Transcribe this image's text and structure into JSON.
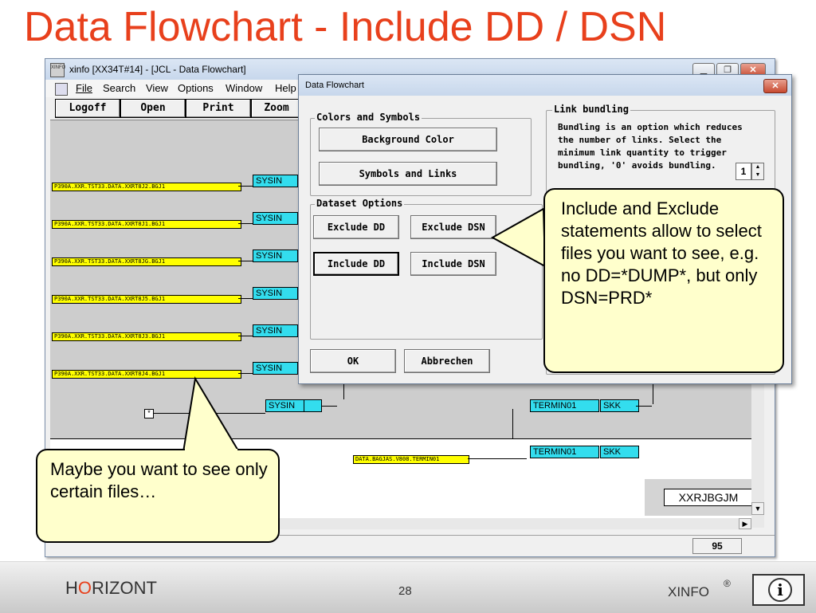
{
  "slide": {
    "title": "Data Flowchart - Include DD / DSN"
  },
  "main_window": {
    "title": "xinfo [XX34T#14] - [JCL - Data Flowchart]",
    "icon_label": "XINFO",
    "menu": [
      {
        "label": "File"
      },
      {
        "label": "Search"
      },
      {
        "label": "View"
      },
      {
        "label": "Options"
      },
      {
        "label": "Window"
      },
      {
        "label": "Help"
      }
    ],
    "toolbar": [
      {
        "label": "Logoff"
      },
      {
        "label": "Open"
      },
      {
        "label": "Print"
      },
      {
        "label": "Zoom"
      }
    ],
    "flow_nodes": [
      {
        "dataset": "P390A.XXR.TST33.DATA.XXRT8J2.BGJ1",
        "dd": "SYSIN"
      },
      {
        "dataset": "P390A.XXR.TST33.DATA.XXRT8J1.BGJ1",
        "dd": "SYSIN"
      },
      {
        "dataset": "P390A.XXR.TST33.DATA.XXRT8JG.BGJ1",
        "dd": "SYSIN"
      },
      {
        "dataset": "P390A.XXR.TST33.DATA.XXRT8J5.BGJ1",
        "dd": "SYSIN"
      },
      {
        "dataset": "P390A.XXR.TST33.DATA.XXRT8J3.BGJ1",
        "dd": "SYSIN"
      },
      {
        "dataset": "P390A.XXR.TST33.DATA.XXRT8J4.BGJ1",
        "dd": "SYSIN"
      }
    ],
    "bundle_marker": "*",
    "bundle_dd": "SYSIN",
    "termin1": {
      "dd": "TERMIN01",
      "job": "SKK"
    },
    "termin2": {
      "dd": "TERMIN01",
      "job": "SKK"
    },
    "lower_dataset": "DATA.BAGJAS.V808.TERMIN01",
    "job_node": "XXRJBGJM",
    "status_value": "95"
  },
  "dialog": {
    "title": "Data Flowchart",
    "close_glyph": "✕",
    "colors_group": "Colors and Symbols",
    "background_color_btn": "Background Color",
    "symbols_links_btn": "Symbols and Links",
    "dataset_group": "Dataset Options",
    "exclude_dd": "Exclude DD",
    "exclude_dsn": "Exclude DSN",
    "include_dd": "Include DD",
    "include_dsn": "Include DSN",
    "link_group": "Link bundling",
    "link_text": "Bundling is an option which reduces the number of links. Select the minimum link quantity to trigger bundling, '0' avoids bundling.",
    "spin_value": "1",
    "ok": "OK",
    "cancel": "Abbrechen"
  },
  "callouts": {
    "right": "Include and Exclude statements allow to select files you want to see, e.g. no DD=*DUMP*, but only DSN=PRD*",
    "left": "Maybe you want to see only certain files…"
  },
  "footer": {
    "brand_h": "H",
    "brand_o": "O",
    "brand_rest": "RIZONT",
    "page": "28",
    "product": "XINFO",
    "reg": "®",
    "info_glyph": "i"
  }
}
